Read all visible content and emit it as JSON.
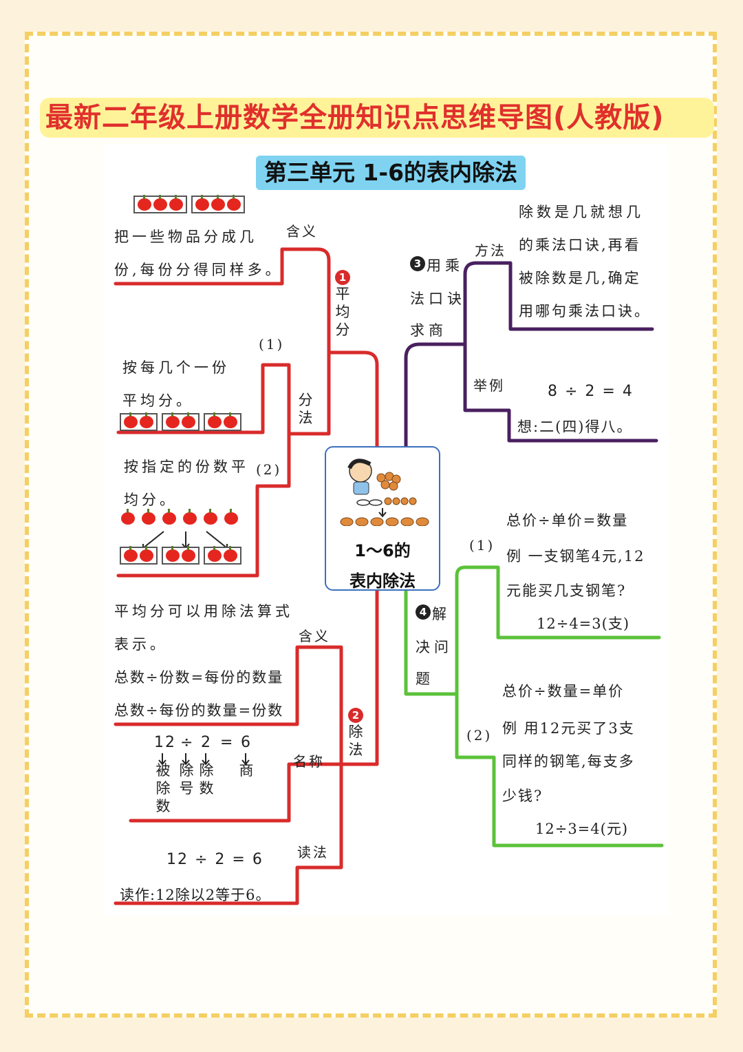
{
  "header": {
    "title": "最新二年级上册数学全册知识点思维导图(人教版)"
  },
  "unit_title": "第三单元 1-6的表内除法",
  "center": {
    "line1": "1～6的",
    "line2": "表内除法"
  },
  "branch1": {
    "badge": "1",
    "title": "平均分",
    "meaning_label": "含义",
    "meaning_lines": [
      "把一些物品分成几",
      "份,每份分得同样多。"
    ],
    "method_label": "分法",
    "way1_num": "(1)",
    "way1_lines": [
      "按每几个一份",
      "平均分。"
    ],
    "way2_num": "(2)",
    "way2_lines": [
      "按指定的份数平",
      "均分。"
    ]
  },
  "branch2": {
    "badge": "2",
    "title": "除法",
    "meaning_label": "含义",
    "meaning_lines": [
      "平均分可以用除法算式",
      "表示。",
      "总数÷份数=每份的数量",
      "总数÷每份的数量=份数"
    ],
    "names_label": "名称",
    "names_eq": {
      "a": "12",
      "op": "÷",
      "b": "2",
      "eq": "=",
      "c": "6"
    },
    "names_terms": {
      "a": "被除数",
      "op": "除号",
      "b": "除数",
      "c": "商"
    },
    "read_label": "读法",
    "read_eq": "12 ÷ 2 = 6",
    "read_text": "读作:12除以2等于6。"
  },
  "branch3": {
    "badge": "3",
    "title_lines": [
      "用乘",
      "法口诀",
      "求商"
    ],
    "method_label": "方法",
    "method_lines": [
      "除数是几就想几",
      "的乘法口诀,再看",
      "被除数是几,确定",
      "用哪句乘法口诀。"
    ],
    "example_label": "举例",
    "example_eq": "8 ÷ 2 = 4",
    "example_think": "想:二(四)得八。"
  },
  "branch4": {
    "badge": "4",
    "title_lines": [
      "解",
      "决问",
      "题"
    ],
    "case1_num": "(1)",
    "case1_lines": [
      "总价÷单价=数量",
      "例 一支钢笔4元,12",
      "元能买几支钢笔?",
      "12÷4=3(支)"
    ],
    "case2_num": "(2)",
    "case2_lines": [
      "总价÷数量=单价",
      "例 用12元买了3支",
      "同样的钢笔,每支多",
      "少钱?",
      "12÷3=4(元)"
    ]
  },
  "colors": {
    "red": "#d92b2b",
    "purple": "#4a2060",
    "green": "#5bc23a",
    "badge_dark": "#222222",
    "title_red": "#e0302c",
    "band": "#fff39a",
    "unit_blue": "#7fd3f1"
  }
}
